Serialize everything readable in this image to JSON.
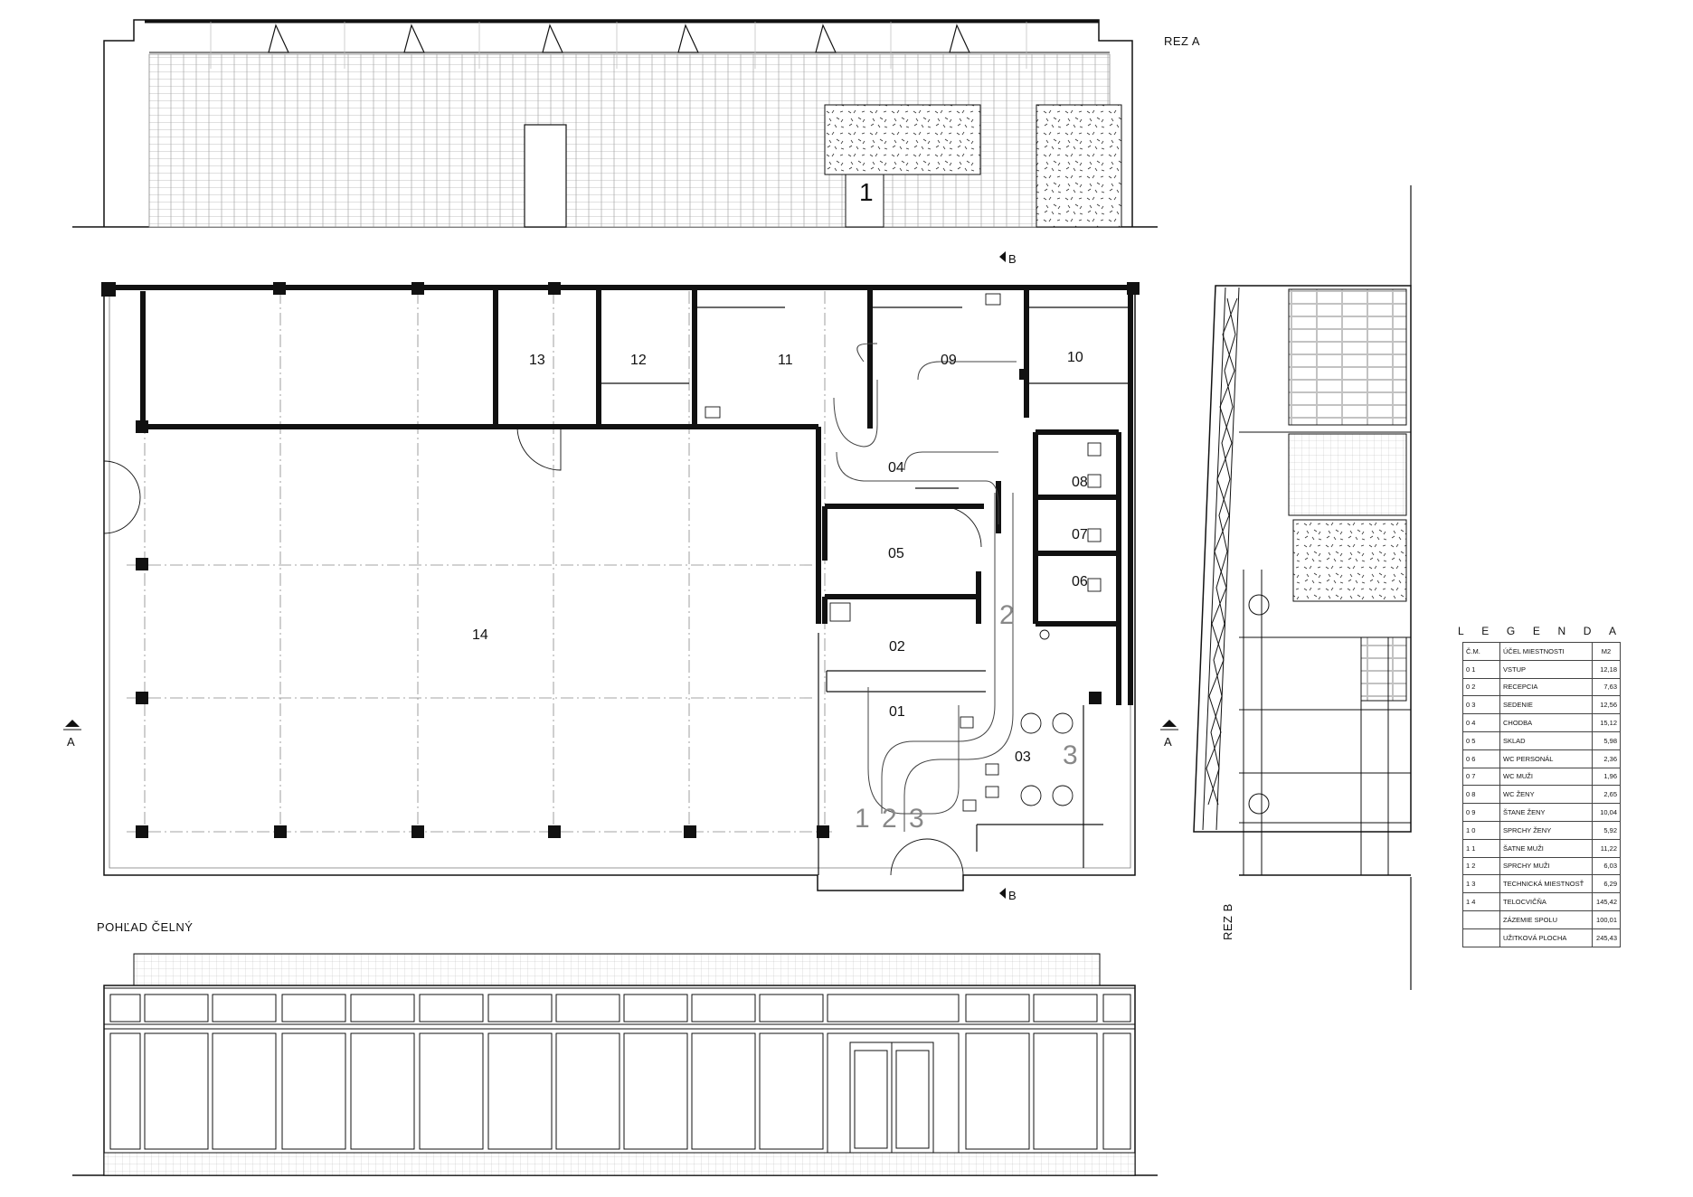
{
  "titles": {
    "section_a": "REZ A",
    "section_b": "REZ B",
    "front_view": "POHĽAD ČELNÝ",
    "section_marker_a": "A",
    "section_marker_b": "B"
  },
  "plan_rooms": [
    {
      "id": "r01",
      "label": "01"
    },
    {
      "id": "r02",
      "label": "02"
    },
    {
      "id": "r03",
      "label": "03"
    },
    {
      "id": "r04",
      "label": "04"
    },
    {
      "id": "r05",
      "label": "05"
    },
    {
      "id": "r06",
      "label": "06"
    },
    {
      "id": "r07",
      "label": "07"
    },
    {
      "id": "r08",
      "label": "08"
    },
    {
      "id": "r09",
      "label": "09"
    },
    {
      "id": "r10",
      "label": "10"
    },
    {
      "id": "r11",
      "label": "11"
    },
    {
      "id": "r12",
      "label": "12"
    },
    {
      "id": "r13",
      "label": "13"
    },
    {
      "id": "r14",
      "label": "14"
    }
  ],
  "floor_numerals": {
    "one": "1",
    "two": "2",
    "three": "3"
  },
  "legend": {
    "title_letters": [
      "L",
      "E",
      "G",
      "E",
      "N",
      "D",
      "A"
    ],
    "headers": {
      "number": "Č.M.",
      "purpose": "ÚČEL MIESTNOSTI",
      "area": "M2"
    },
    "rows": [
      {
        "number": "0 1",
        "purpose": "VSTUP",
        "area": "12,18"
      },
      {
        "number": "0 2",
        "purpose": "RECEPCIA",
        "area": "7,63"
      },
      {
        "number": "0 3",
        "purpose": "SEDENIE",
        "area": "12,56"
      },
      {
        "number": "0 4",
        "purpose": "CHODBA",
        "area": "15,12"
      },
      {
        "number": "0 5",
        "purpose": "SKLAD",
        "area": "5,98"
      },
      {
        "number": "0 6",
        "purpose": "WC PERSONÁL",
        "area": "2,36"
      },
      {
        "number": "0 7",
        "purpose": "WC MUŽI",
        "area": "1,96"
      },
      {
        "number": "0 8",
        "purpose": "WC ŽENY",
        "area": "2,65"
      },
      {
        "number": "0 9",
        "purpose": "ŠTANE ŽENY",
        "area": "10,04"
      },
      {
        "number": "1 0",
        "purpose": "SPRCHY ŽENY",
        "area": "5,92"
      },
      {
        "number": "1 1",
        "purpose": "ŠATNE MUŽI",
        "area": "11,22"
      },
      {
        "number": "1 2",
        "purpose": "SPRCHY MUŽI",
        "area": "6,03"
      },
      {
        "number": "1 3",
        "purpose": "TECHNICKÁ MIESTNOSŤ",
        "area": "6,29"
      },
      {
        "number": "1 4",
        "purpose": "TELOCVIČŇA",
        "area": "145,42"
      }
    ],
    "totals": [
      {
        "number": "",
        "purpose": "ZÁZEMIE SPOLU",
        "area": "100,01"
      },
      {
        "number": "",
        "purpose": "UŽITKOVÁ PLOCHA",
        "area": "245,43"
      }
    ]
  },
  "colors": {
    "line": "#111111",
    "paper": "#ffffff",
    "label_grey": "#888888"
  }
}
